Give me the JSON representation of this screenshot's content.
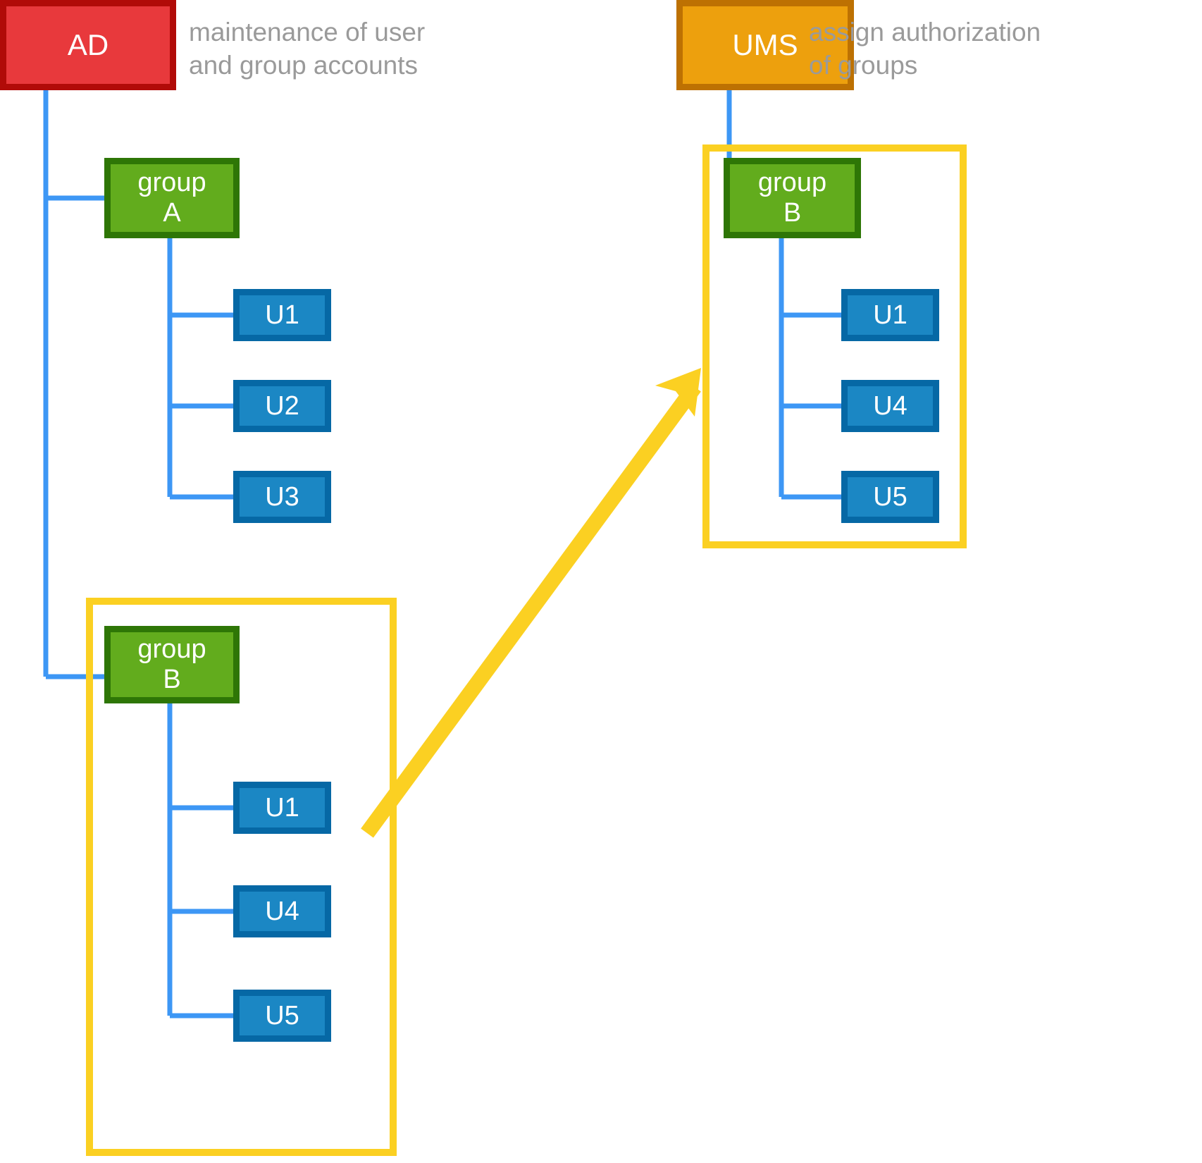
{
  "diagram": {
    "title": "AD and UMS group authorization diagram",
    "colors": {
      "ad_fill": "#e8393c",
      "ad_border": "#b10b08",
      "ums_fill": "#eda00d",
      "ums_border": "#bd7102",
      "group_fill": "#62ac1d",
      "group_border": "#2e7606",
      "user_fill": "#1b87c4",
      "user_border": "#0668a5",
      "container_border": "#fbd022",
      "edge_line": "#3d97f5",
      "caption_text": "#9a9a9a",
      "arrow": "#fbd022"
    },
    "nodes": {
      "ad": "AD",
      "ums": "UMS",
      "group_a": "group\nA",
      "group_b_left": "group\nB",
      "group_b_right": "group\nB",
      "ad_group_a_users": [
        "U1",
        "U2",
        "U3"
      ],
      "ad_group_b_users": [
        "U1",
        "U4",
        "U5"
      ],
      "ums_group_b_users": [
        "U1",
        "U4",
        "U5"
      ]
    },
    "captions": {
      "ad": "maintenance of user\nand group accounts",
      "ums": "assign authorization\nof groups"
    }
  }
}
